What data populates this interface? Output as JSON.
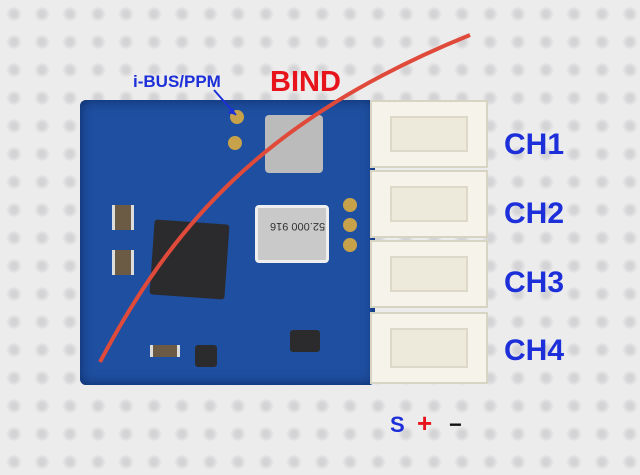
{
  "labels": {
    "ibus": "i-BUS/PPM",
    "bind": "BIND"
  },
  "channels": [
    "CH1",
    "CH2",
    "CH3",
    "CH4"
  ],
  "pins": {
    "signal": "S",
    "plus": "+",
    "minus": "−"
  },
  "crystal_marking": "52.000 916",
  "colors": {
    "channel_label": "#1c2fd8",
    "bind_label": "#e8141c",
    "board": "#1f4fa0",
    "antenna": "#e04a3a"
  }
}
